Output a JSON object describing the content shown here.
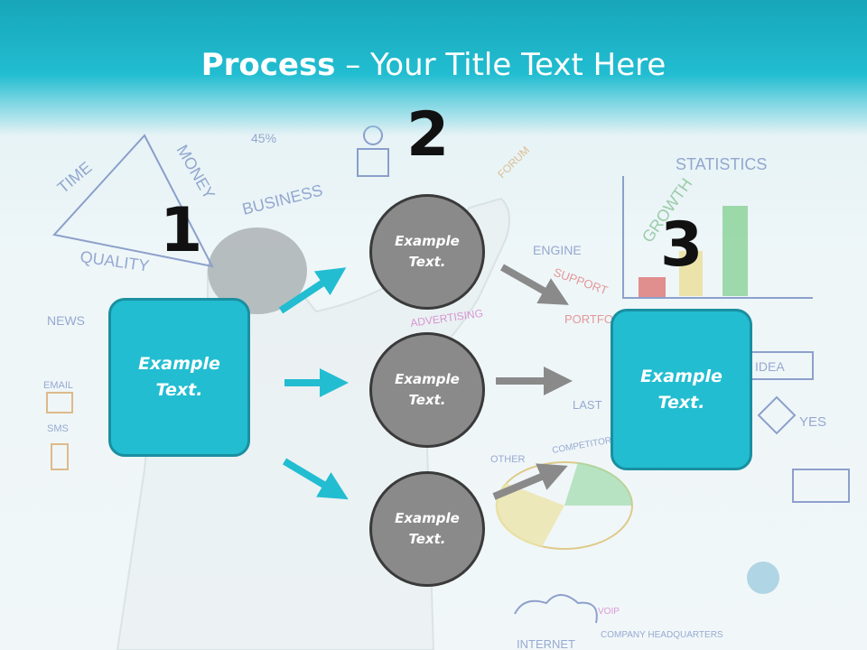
{
  "slide": {
    "title_bold": "Process",
    "title_rest": " – Your Title Text Here",
    "step_numbers": [
      "1",
      "2",
      "3"
    ],
    "box_left": {
      "line1": "Example",
      "line2": "Text."
    },
    "box_right": {
      "line1": "Example",
      "line2": "Text."
    },
    "circles": [
      {
        "line1": "Example",
        "line2": "Text."
      },
      {
        "line1": "Example",
        "line2": "Text."
      },
      {
        "line1": "Example",
        "line2": "Text."
      }
    ]
  },
  "background_sketch_words": [
    "TIME",
    "MONEY",
    "QUALITY",
    "BUSINESS",
    "STATISTICS",
    "GROWTH",
    "NEWS",
    "EMAIL",
    "SMS",
    "ENGINE",
    "SUPPORT",
    "PORTFOLIO",
    "ADVERTISING",
    "IDEA",
    "YES",
    "OTHER",
    "COMPETITOR",
    "INTERNET",
    "COMPANY HEADQUARTERS",
    "VOIP",
    "45%",
    "LAST",
    "FORUM"
  ],
  "colors": {
    "accent": "#22bdd1",
    "circle": "#8a8a8a",
    "arrow_cyan": "#22bdd1",
    "arrow_gray": "#8a8a8a"
  }
}
